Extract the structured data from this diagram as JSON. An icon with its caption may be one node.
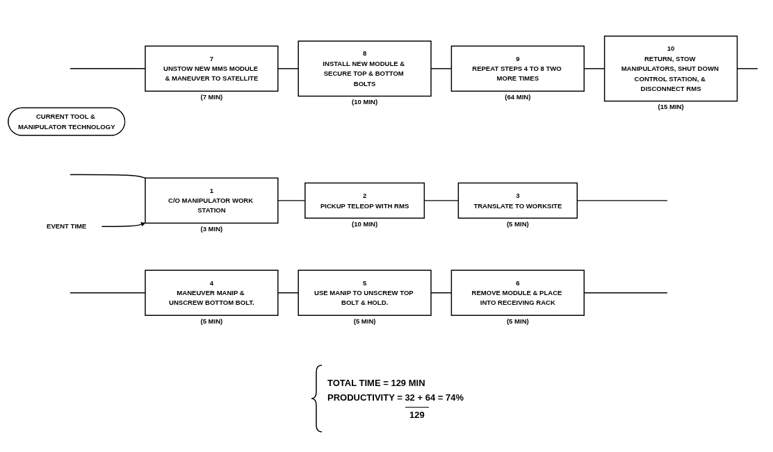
{
  "diagram": {
    "nodes": [
      {
        "text": [
          "1",
          "C/O MANIPULATOR WORK STATION"
        ],
        "beside": [
          "(3 MIN)"
        ]
      },
      {
        "text": [
          "2",
          "PICKUP TELEOP WITH RMS"
        ],
        "beside": [
          "(10 MIN)"
        ]
      },
      {
        "text": [
          "3",
          "TRANSLATE TO WORKSITE"
        ],
        "beside": [
          "(5 MIN)"
        ]
      },
      {
        "text": [
          "4",
          "MANEUVER MANIP & UNSCREW BOTTOM BOLT."
        ],
        "beside": [
          "(5 MIN)"
        ]
      },
      {
        "text": [
          "5",
          "USE MANIP TO UNSCREW TOP BOLT & HOLD."
        ],
        "beside": [
          "(5 MIN)"
        ]
      },
      {
        "text": [
          "6",
          "REMOVE MODULE & PLACE INTO RECEIVING RACK"
        ],
        "beside": [
          "(5 MIN)"
        ]
      },
      {
        "text": [
          "7",
          "UNSTOW NEW MMS MODULE & MANEUVER TO SATELLITE"
        ],
        "beside": [
          "(7 MIN)"
        ]
      },
      {
        "text": [
          "8",
          "INSTALL NEW MODULE & SECURE TOP & BOTTOM BOLTS"
        ],
        "beside": [
          "(10 MIN)"
        ]
      },
      {
        "text": [
          "9",
          "REPEAT STEPS 4 TO 8 TWO MORE TIMES"
        ],
        "beside": [
          "(64 MIN)"
        ]
      },
      {
        "text": [
          "10",
          "RETURN, STOW MANIPULATORS, SHUT DOWN CONTROL STATION, & DISCONNECT RMS"
        ],
        "beside": [
          "(15 MIN)"
        ]
      },
      {
        "text": [
          "EVENT TIME"
        ]
      },
      {
        "text": [
          "CURRENT TOOL & MANIPULATOR TECHNOLOGY"
        ]
      }
    ],
    "edges": [
      {
        "from": null,
        "to": 0,
        "arrow": "none"
      },
      {
        "from": 0,
        "to": 1,
        "arrow": "none"
      },
      {
        "from": 1,
        "to": 2,
        "arrow": "none"
      },
      {
        "from": 2,
        "to": null,
        "arrow": "none"
      },
      {
        "from": null,
        "to": 3,
        "arrow": "none"
      },
      {
        "from": 3,
        "to": 4,
        "arrow": "none"
      },
      {
        "from": 4,
        "to": 5,
        "arrow": "none"
      },
      {
        "from": 5,
        "to": null,
        "arrow": "none"
      },
      {
        "from": null,
        "to": 6,
        "arrow": "none"
      },
      {
        "from": 6,
        "to": 7,
        "arrow": "none"
      },
      {
        "from": 7,
        "to": 8,
        "arrow": "none"
      },
      {
        "from": 8,
        "to": 9,
        "arrow": "none"
      },
      {
        "from": 9,
        "to": null,
        "arrow": "none"
      },
      {
        "from": 10,
        "to": 0,
        "arrow": "to"
      }
    ],
    "labels": [
      "TOTAL TIME = 129 MIN",
      "PRODUCTIVITY = 32 + 64 = 74%",
      "129"
    ]
  }
}
